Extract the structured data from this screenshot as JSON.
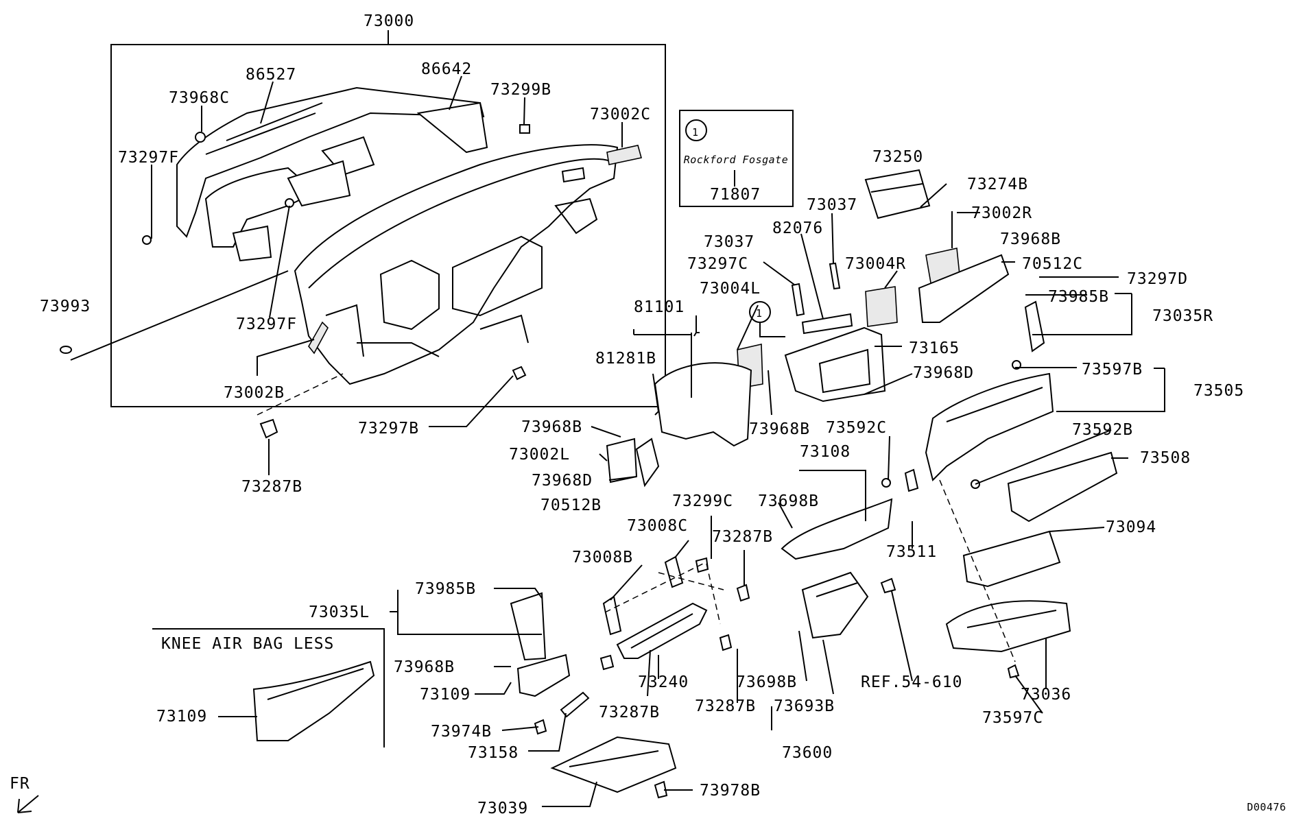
{
  "labels": {
    "l73000": "73000",
    "l86527": "86527",
    "l86642": "86642",
    "l73968C": "73968C",
    "l73299B": "73299B",
    "l73002C": "73002C",
    "l73297F_a": "73297F",
    "l73297F_b": "73297F",
    "l73993": "73993",
    "l73002B": "73002B",
    "l73297B": "73297B",
    "l73287B_a": "73287B",
    "l1_a": "1",
    "l71807": "71807",
    "l73250": "73250",
    "l73274B": "73274B",
    "l73002R": "73002R",
    "l73968B_a": "73968B",
    "l70512C": "70512C",
    "l73297D": "73297D",
    "l73985B_a": "73985B",
    "l73035R": "73035R",
    "l73037_a": "73037",
    "l73037_b": "73037",
    "l82076": "82076",
    "l73297C": "73297C",
    "l73004R": "73004R",
    "l73004L": "73004L",
    "l1_b": "1",
    "l73165": "73165",
    "l81101": "81101",
    "l81281B": "81281B",
    "l73968D_a": "73968D",
    "l73968B_b": "73968B",
    "l73597B": "73597B",
    "l73505": "73505",
    "l73968B_c": "73968B",
    "l73002L": "73002L",
    "l73968D_b": "73968D",
    "l70512B": "70512B",
    "l73592C": "73592C",
    "l73592B": "73592B",
    "l73108": "73108",
    "l73508": "73508",
    "l73299C": "73299C",
    "l73698B_a": "73698B",
    "l73008C": "73008C",
    "l73287B_b": "73287B",
    "l73094": "73094",
    "l73008B": "73008B",
    "l73511": "73511",
    "l73985B_b": "73985B",
    "l73035L": "73035L",
    "l73968B_d": "73968B",
    "l73240": "73240",
    "l73698B_b": "73698B",
    "lREF": "REF.54-610",
    "l73036": "73036",
    "l73109_a": "73109",
    "l73287B_c": "73287B",
    "l73287B_d": "73287B",
    "l73693B": "73693B",
    "l73597C": "73597C",
    "l73109_b": "73109",
    "l73974B": "73974B",
    "l73158": "73158",
    "l73600": "73600",
    "l73039": "73039",
    "l73978B": "73978B",
    "knee_note": "KNEE AIR BAG LESS",
    "fr": "FR",
    "drawing_no": "D00476",
    "badge_text": "Rockford Fosgate"
  }
}
